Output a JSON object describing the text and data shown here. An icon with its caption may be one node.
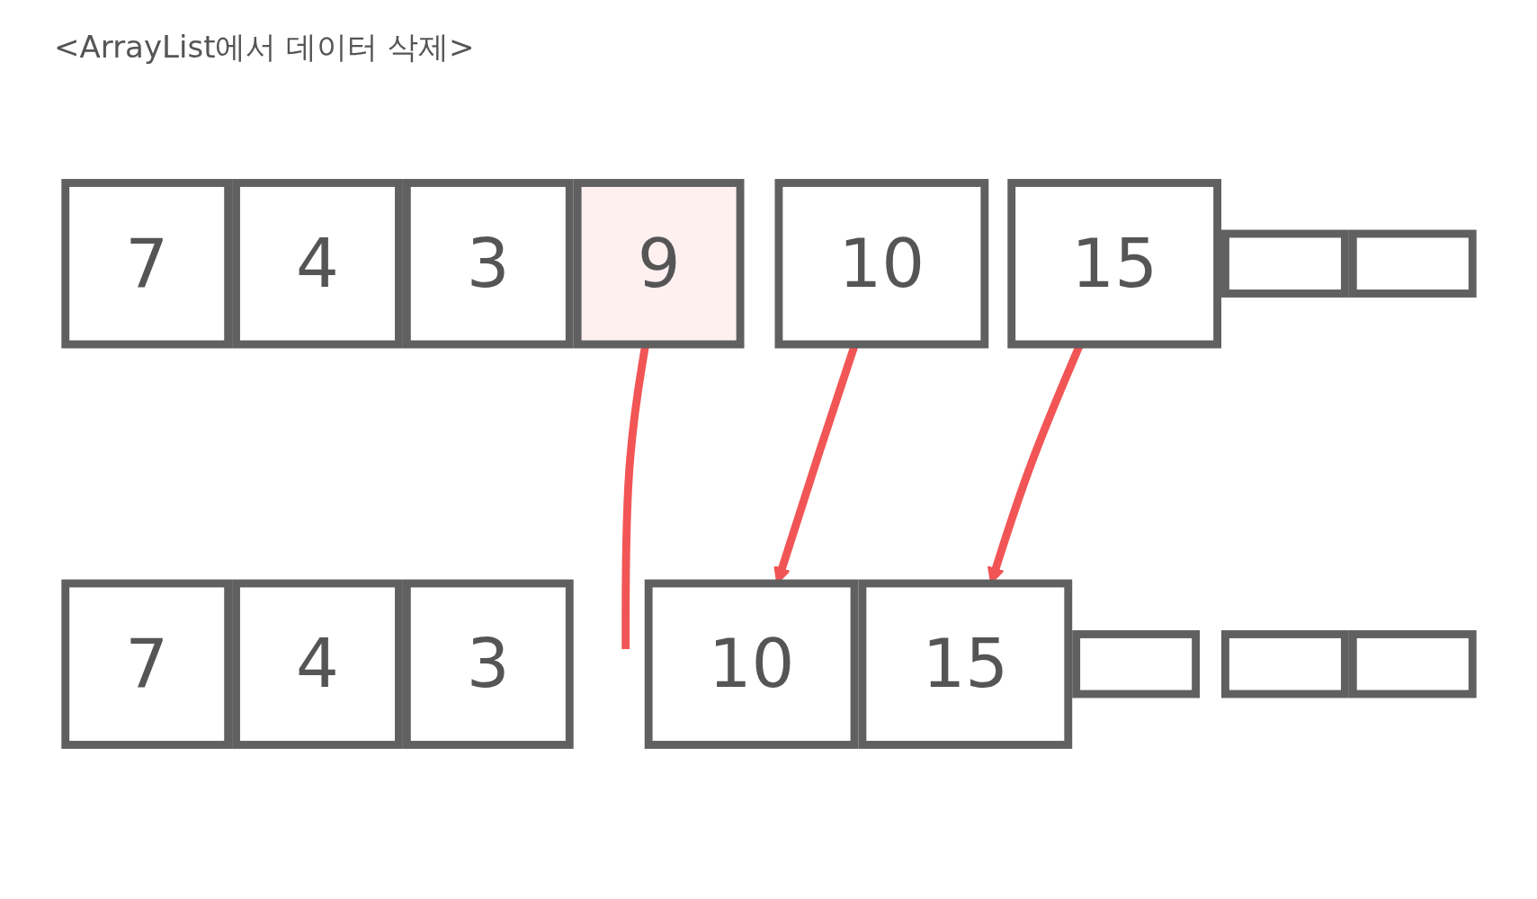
{
  "diagram": {
    "title": "<ArrayList에서 데이터 삭제>",
    "nodes": [
      {
        "text": [
          "7"
        ]
      },
      {
        "text": [
          "4"
        ]
      },
      {
        "text": [
          "3"
        ]
      },
      {
        "text": [
          "9"
        ]
      },
      {
        "text": [
          "10"
        ]
      },
      {
        "text": [
          "15"
        ]
      },
      {
        "text": [],
        "shape": "box"
      },
      {
        "text": [],
        "shape": "box"
      },
      {
        "text": [
          "7"
        ]
      },
      {
        "text": [
          "4"
        ]
      },
      {
        "text": [
          "3"
        ]
      },
      {
        "text": [
          "10"
        ]
      },
      {
        "text": [
          "15"
        ]
      },
      {
        "text": [],
        "shape": "box"
      },
      {
        "text": [],
        "shape": "box"
      },
      {
        "text": [],
        "shape": "box"
      }
    ],
    "edges": [
      {
        "from": 3,
        "to": null,
        "arrow": "none",
        "color": "#f25555"
      },
      {
        "from": 4,
        "to": 11,
        "arrow": "to",
        "color": "#f25555"
      },
      {
        "from": 5,
        "to": 12,
        "arrow": "to",
        "color": "#f25555"
      }
    ]
  }
}
